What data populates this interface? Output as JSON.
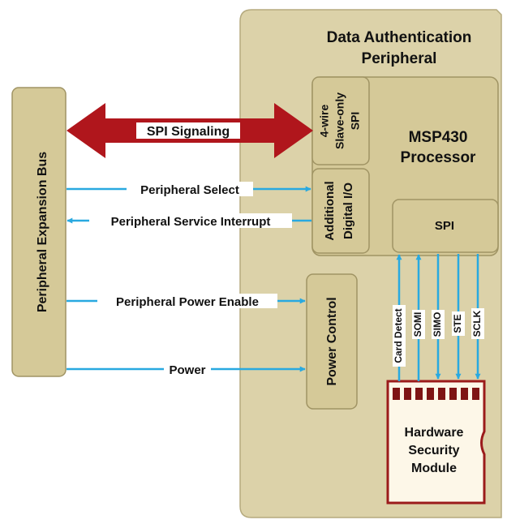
{
  "colors": {
    "peripheral_fill": "#dcd2a9",
    "block_fill": "#d5c998",
    "block_stroke": "#a09464",
    "arrow_blue": "#29a9e0",
    "spi_arrow_red": "#b0161c",
    "hsm_fill": "#fdf7e8",
    "hsm_border": "#9b1b1b",
    "hsm_contact": "#7e1414"
  },
  "peripheral": {
    "title_line1": "Data Authentication",
    "title_line2": "Peripheral"
  },
  "bus": {
    "label": "Peripheral Expansion Bus"
  },
  "spi_slave": {
    "line1": "4-wire",
    "line2": "Slave-only",
    "line3": "SPI"
  },
  "gpio": {
    "line1": "Additional",
    "line2": "Digital I/O"
  },
  "processor": {
    "line1": "MSP430",
    "line2": "Processor",
    "spi_label": "SPI"
  },
  "power_control": {
    "label": "Power Control"
  },
  "hsm": {
    "line1": "Hardware",
    "line2": "Security",
    "line3": "Module"
  },
  "signals": {
    "spi_signaling": "SPI Signaling",
    "peripheral_select": "Peripheral Select",
    "service_interrupt": "Peripheral Service Interrupt",
    "power_enable": "Peripheral Power Enable",
    "power": "Power"
  },
  "hsm_lines": {
    "card_detect": "Card Detect",
    "somi": "SOMI",
    "simo": "SIMO",
    "ste": "STE",
    "sclk": "SCLK"
  }
}
